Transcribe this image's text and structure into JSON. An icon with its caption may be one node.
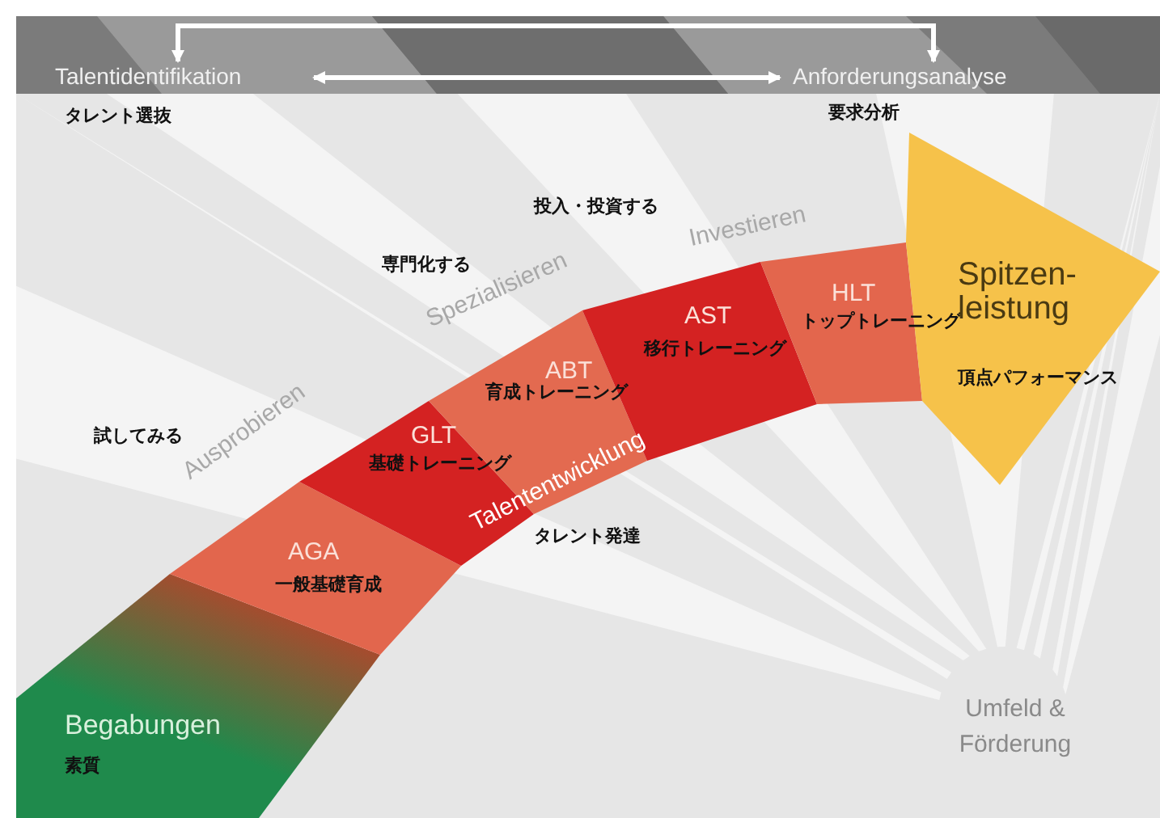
{
  "diagram": {
    "nodes": [
      {
        "text": [
          "Talentidentifikation"
        ],
        "beside": [
          "タレント選抜"
        ]
      },
      {
        "text": [
          "Anforderungsanalyse"
        ],
        "beside": [
          "要求分析"
        ]
      },
      {
        "text": [
          "Begabungen",
          "素質"
        ]
      },
      {
        "text": [
          "AGA",
          "一般基礎育成"
        ]
      },
      {
        "text": [
          "GLT",
          "基礎トレーニング"
        ]
      },
      {
        "text": [
          "ABT",
          "育成トレーニング"
        ]
      },
      {
        "text": [
          "AST",
          "移行トレーニング"
        ]
      },
      {
        "text": [
          "HLT",
          "トップトレーニング"
        ]
      },
      {
        "text": [
          "Spitzen- leistung",
          "頂点パフォーマンス"
        ]
      }
    ],
    "edges": [
      {
        "from": 0,
        "to": 1,
        "arrow": "both"
      },
      {
        "from": 0,
        "to": 1,
        "arrow": "both"
      }
    ],
    "labels": [
      "投入・投資する",
      "Investieren",
      "専門化する",
      "Spezialisieren",
      "試してみる",
      "Ausprobieren",
      "Talententwicklung",
      "タレント発達",
      "Umfeld & Förderung"
    ]
  }
}
